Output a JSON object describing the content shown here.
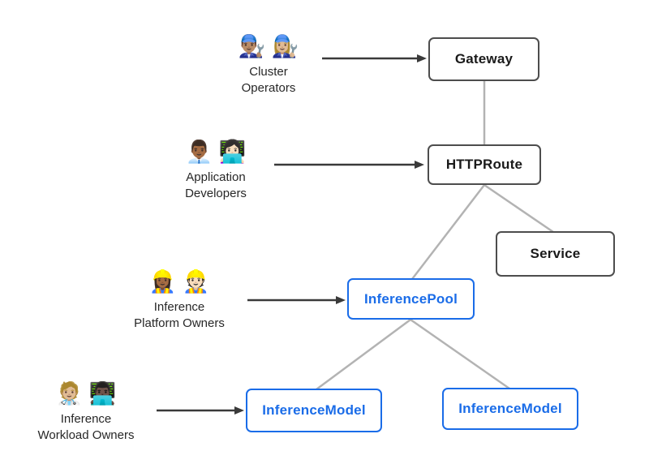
{
  "nodes": {
    "gateway": {
      "label": "Gateway",
      "style": "core"
    },
    "httproute": {
      "label": "HTTPRoute",
      "style": "core"
    },
    "service": {
      "label": "Service",
      "style": "core"
    },
    "inference_pool": {
      "label": "InferencePool",
      "style": "extension"
    },
    "inference_model_left": {
      "label": "InferenceModel",
      "style": "extension"
    },
    "inference_model_right": {
      "label": "InferenceModel",
      "style": "extension"
    }
  },
  "personas": {
    "cluster_operators": {
      "emojis": "👨🏽‍🔧 👩🏼‍🔧",
      "line1": "Cluster",
      "line2": "Operators"
    },
    "application_developers": {
      "emojis": "👨🏾‍💼 👩🏻‍💻",
      "line1": "Application",
      "line2": "Developers"
    },
    "inference_platform_owners": {
      "emojis": "👷🏾‍♀️ 👷🏻",
      "line1": "Inference",
      "line2": "Platform Owners"
    },
    "inference_workload_owners": {
      "emojis": "🧑🏼‍⚕️ 👨🏿‍💻",
      "line1": "Inference",
      "line2": "Workload Owners"
    }
  },
  "edges": [
    {
      "from": "gateway",
      "to": "httproute"
    },
    {
      "from": "httproute",
      "to": "service"
    },
    {
      "from": "httproute",
      "to": "inference_pool"
    },
    {
      "from": "inference_pool",
      "to": "inference_model_left"
    },
    {
      "from": "inference_pool",
      "to": "inference_model_right"
    }
  ],
  "actor_arrows": [
    {
      "from": "cluster_operators",
      "to": "gateway"
    },
    {
      "from": "application_developers",
      "to": "httproute"
    },
    {
      "from": "inference_platform_owners",
      "to": "inference_pool"
    },
    {
      "from": "inference_workload_owners",
      "to": "inference_model_left"
    }
  ],
  "colors": {
    "background": "#ffffff",
    "core_node_border": "#4d4d4d",
    "core_node_text": "#1a1a1a",
    "extension_node_border": "#1a6ce8",
    "extension_node_text": "#1a6ce8",
    "connector_line": "#b3b3b3",
    "actor_arrow": "#3a3a3a"
  }
}
